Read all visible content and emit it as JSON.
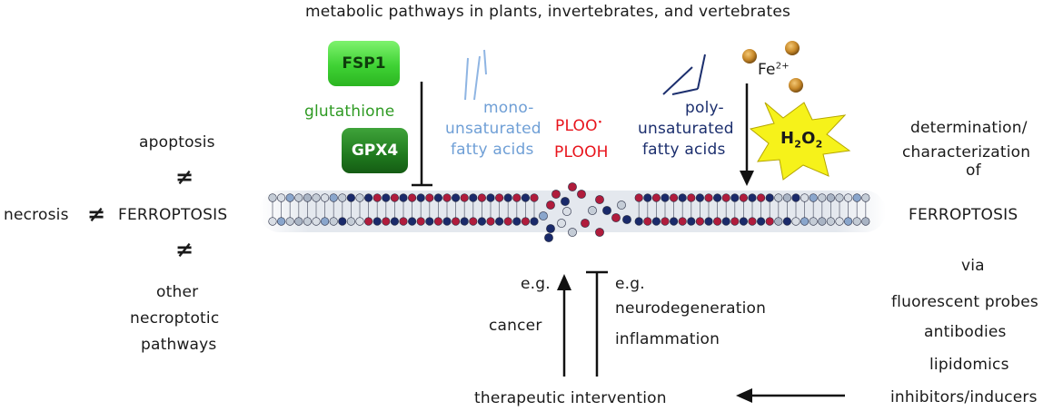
{
  "title": "metabolic pathways in plants, invertebrates, and vertebrates",
  "left": {
    "apoptosis": "apoptosis",
    "necrosis": "necrosis",
    "ferroptosis": "FERROPTOSIS",
    "other": [
      "other",
      "necroptotic",
      "pathways"
    ],
    "not_equal": "≠"
  },
  "fsp1": "FSP1",
  "glutathione": "glutathione",
  "gpx4": "GPX4",
  "mufa": [
    "mono-",
    "unsaturated",
    "fatty acids"
  ],
  "ploo": "PLOO",
  "ploo_sup": "•",
  "plooh": "PLOOH",
  "pufa": [
    "poly-",
    "unsaturated",
    "fatty acids"
  ],
  "fe": "Fe",
  "fe_sup": "2+",
  "h2o2": {
    "h": "H",
    "sub1": "2",
    "o": "O",
    "sub2": "2"
  },
  "eg1": "e.g.",
  "cancer": "cancer",
  "eg2": "e.g.",
  "neuro": "neurodegeneration",
  "inflam": "inflammation",
  "therapy": "therapeutic intervention",
  "right": [
    "determination/",
    "characterization",
    "of",
    "FERROPTOSIS",
    "via",
    "fluorescent probes",
    "antibodies",
    "lipidomics",
    "inhibitors/inducers"
  ],
  "colors": {
    "green_light": "#3fd234",
    "green_dark": "#1f7a1e",
    "glutathione_text": "#2e9a22",
    "mufa_text": "#6f9fd6",
    "pufa_text": "#1c2f6e",
    "ploo_text": "#e8141c",
    "iron": "#c98a2a",
    "h2o2_star": "#f6f21a",
    "lipid_red": "#b01c3c",
    "lipid_navy": "#1a2a6a"
  }
}
